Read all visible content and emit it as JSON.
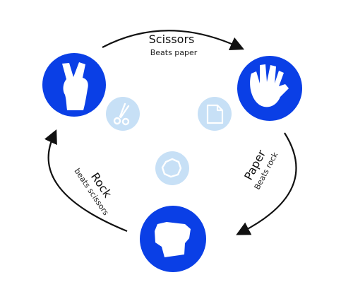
{
  "colors": {
    "primary_circle": "#0a3fe6",
    "light_circle": "#c7e0f6",
    "hand_fill": "#ffffff",
    "arrow": "#111111",
    "text": "#111111"
  },
  "labels": {
    "scissors": {
      "title": "Scissors",
      "subtitle": "Beats paper"
    },
    "paper": {
      "title": "Paper",
      "subtitle": "Beats rock"
    },
    "rock": {
      "title": "Rock",
      "subtitle": "beats scissors"
    }
  },
  "icons": {
    "scissors_hand": "scissors-hand-icon",
    "paper_hand": "paper-hand-icon",
    "rock_hand": "rock-hand-icon",
    "scissors_symbol": "scissors-icon",
    "paper_symbol": "document-icon",
    "rock_symbol": "rock-icon"
  }
}
